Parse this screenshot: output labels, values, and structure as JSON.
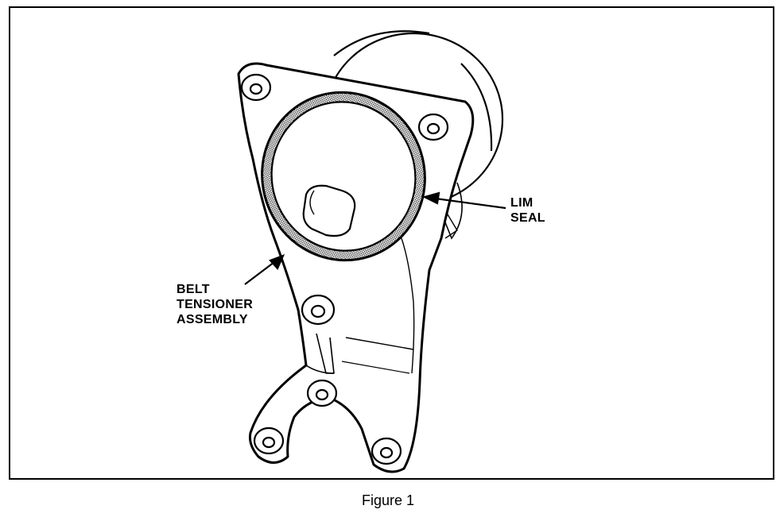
{
  "labels": {
    "lim_seal": [
      "LIM",
      "SEAL"
    ],
    "belt_tensioner": [
      "BELT",
      "TENSIONER",
      "ASSEMBLY"
    ]
  },
  "caption": "Figure 1",
  "colors": {
    "line": "#000000",
    "seal_fill": "#b9b9b9",
    "background": "#ffffff"
  }
}
